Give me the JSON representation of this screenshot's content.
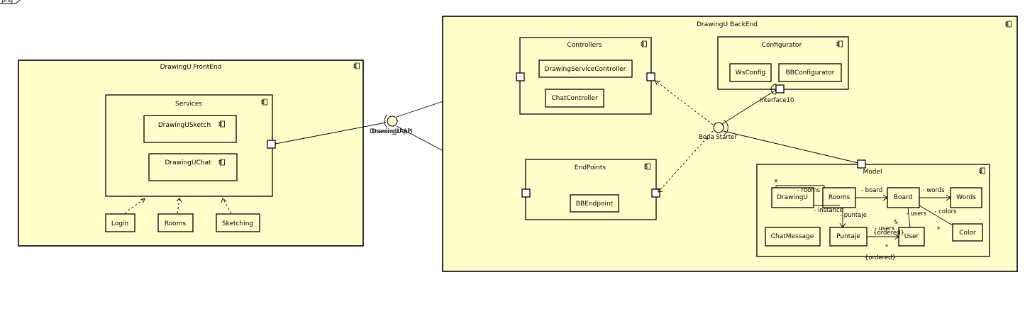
{
  "header": {
    "tab_label": "png"
  },
  "frontend": {
    "title": "DrawingU FrontEnd",
    "services": {
      "title": "Services",
      "sketch": "DrawingUSketch",
      "chat": "DrawingUChat"
    },
    "clients": {
      "login": "Login",
      "rooms": "Rooms",
      "sketching": "Sketching"
    }
  },
  "interfaces": {
    "api_a": "DrawingUApi",
    "api_b": "DrawingU API",
    "starter": "Bopa Starter",
    "iface10": "Interface10"
  },
  "backend": {
    "title": "DrawingU BackEnd",
    "controllers": {
      "title": "Controllers",
      "drawing_service": "DrawingServiceController",
      "chat": "ChatController"
    },
    "configurator": {
      "title": "Configurator",
      "ws": "WsConfig",
      "bb": "BBConfigurator"
    },
    "endpoints": {
      "title": "EndPoints",
      "bb": "BBEndpoint"
    },
    "model": {
      "title": "Model",
      "classes": {
        "drawingu": "DrawingU",
        "rooms": "Rooms",
        "board": "Board",
        "words": "Words",
        "chatmessage": "ChatMessage",
        "puntaje": "Puntaje",
        "user": "User",
        "color": "Color"
      },
      "assoc": {
        "rooms": "- rooms",
        "board": "- board",
        "words": "- words",
        "users": "- users",
        "colors": "- colors",
        "instance": "- instance",
        "puntaje": "- puntaje",
        "users2": "- users",
        "ordered1": "{ordered}",
        "ordered2": "{ordered}",
        "star1": "*",
        "star2": "*",
        "star3": "*",
        "star4": "*",
        "x_mark": "×"
      }
    }
  }
}
